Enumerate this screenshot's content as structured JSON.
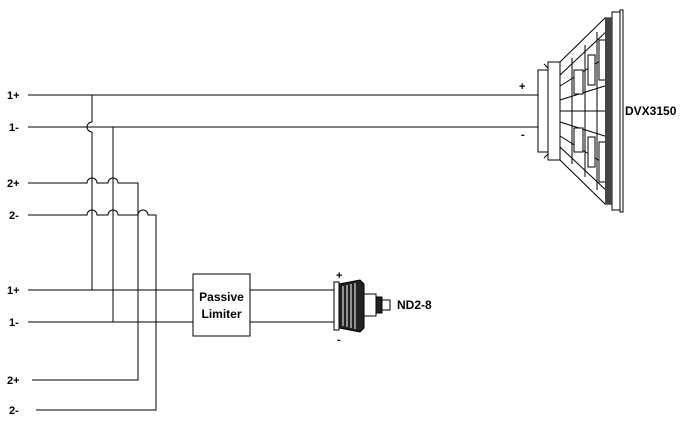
{
  "terminals": {
    "in1_pos": "1+",
    "in1_neg": "1-",
    "in2_pos": "2+",
    "in2_neg": "2-",
    "out1_pos": "1+",
    "out1_neg": "1-",
    "out2_pos": "2+",
    "out2_neg": "2-"
  },
  "woofer": {
    "name": "DVX3150",
    "pos": "+",
    "neg": "-"
  },
  "limiter": {
    "line1": "Passive",
    "line2": "Limiter"
  },
  "driver": {
    "name": "ND2-8",
    "pos": "+",
    "neg": "-"
  }
}
